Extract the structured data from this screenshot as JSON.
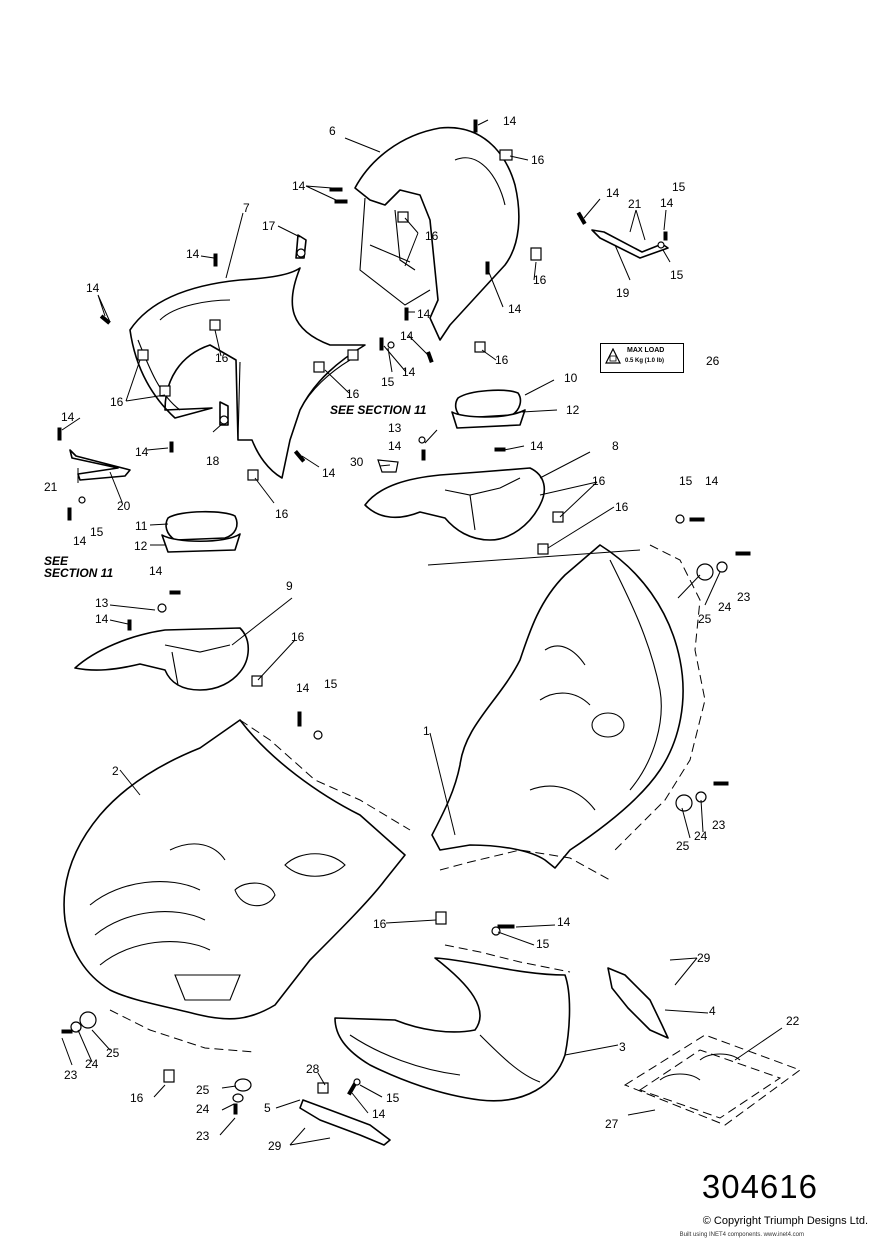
{
  "callouts": {
    "c1": "1",
    "c2": "2",
    "c3": "3",
    "c4": "4",
    "c5": "5",
    "c6": "6",
    "c7": "7",
    "c8": "8",
    "c9": "9",
    "c10": "10",
    "c11": "11",
    "c12": "12",
    "c13": "13",
    "c14": "14",
    "c15": "15",
    "c16": "16",
    "c17": "17",
    "c18": "18",
    "c19": "19",
    "c20": "20",
    "c21": "21",
    "c22": "22",
    "c23": "23",
    "c24": "24",
    "c25": "25",
    "c26": "26",
    "c27": "27",
    "c28": "28",
    "c29": "29",
    "c30": "30"
  },
  "notes": {
    "see_section_right": "SEE SECTION 11",
    "see_left_line1": "SEE",
    "see_left_line2": "SECTION 11"
  },
  "load_label": {
    "title": "MAX LOAD",
    "subtitle": "0.5 Kg (1.0 lb)"
  },
  "footer": {
    "diagram_number": "304616",
    "copyright": "© Copyright Triumph Designs Ltd.",
    "build_note": "Built using INET4 components. www.inet4.com"
  }
}
